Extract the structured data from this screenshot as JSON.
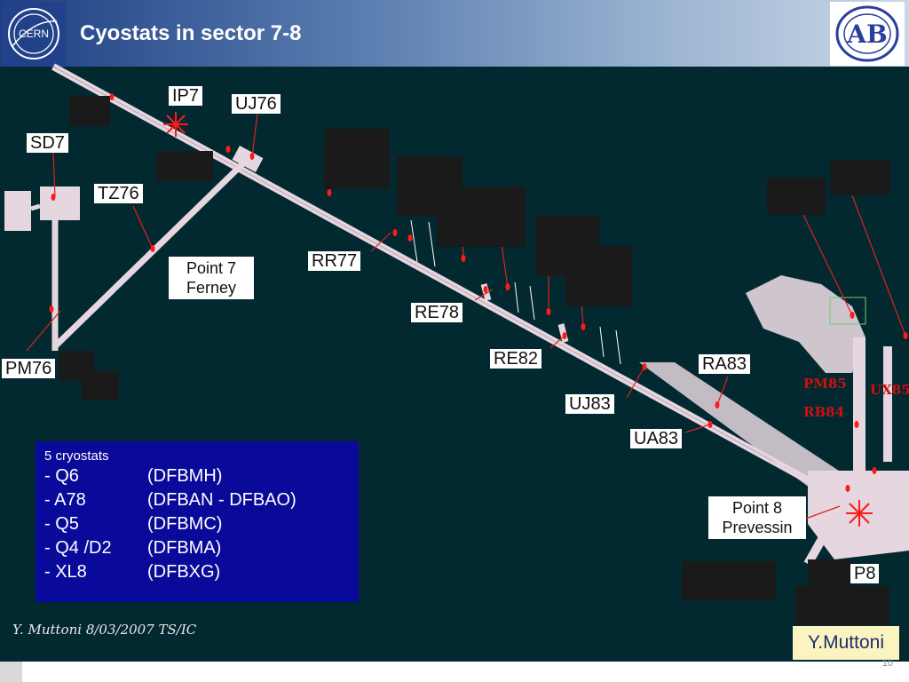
{
  "header": {
    "title": "Cyostats in sector 7-8",
    "cern_logo_text": "CERN",
    "aby_logo_text": "AB"
  },
  "labels": {
    "ip7": "IP7",
    "uj76": "UJ76",
    "sd7": "SD7",
    "tz76": "TZ76",
    "point7": "Point 7 Ferney",
    "rr77": "RR77",
    "re78": "RE78",
    "re82": "RE82",
    "ra83": "RA83",
    "uj83": "UJ83",
    "ua83": "UA83",
    "pm76": "PM76",
    "point8": "Point 8 Prevessin",
    "p8": "P8",
    "pm85": "PM85",
    "rb84": "RB84",
    "ux85": "UX85"
  },
  "info": {
    "title": "5 cryostats",
    "rows": [
      {
        "name": "- Q6",
        "code": "(DFBMH)"
      },
      {
        "name": "- A78",
        "code": "(DFBAN - DFBAO)"
      },
      {
        "name": "- Q5",
        "code": "(DFBMC)"
      },
      {
        "name": "- Q4 /D2",
        "code": "(DFBMA)"
      },
      {
        "name": "- XL8",
        "code": "(DFBXG)"
      }
    ]
  },
  "footer": {
    "signature": "Y. Muttoni 8/03/2007 TS/IC",
    "author": "Y.Muttoni",
    "page": "10"
  },
  "colors": {
    "header_dark": "#1f3f83",
    "background": "#022830",
    "tunnel": "#e6d6df",
    "marker": "#ff1a1a",
    "infobox": "#0a0a9a",
    "author_box": "#fbf3c0"
  }
}
